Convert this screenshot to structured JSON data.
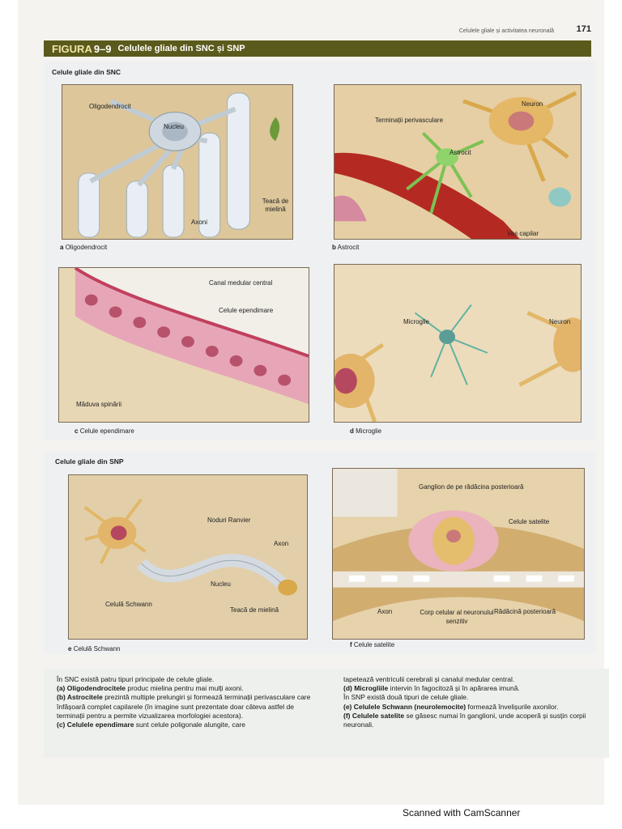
{
  "running_head": "Celulele gliale și activitatea neuronală",
  "page_number": "171",
  "figure": {
    "label": "FIGURA",
    "number": "9–9",
    "title": "Celulele gliale din SNC și SNP"
  },
  "sections": {
    "cns_title": "Celule gliale din SNC",
    "pns_title": "Celule gliale din SNP"
  },
  "panels": {
    "a": {
      "caption_letter": "a",
      "caption": "Oligodendrocit",
      "labels": [
        "Oligodendrocit",
        "Nucleu",
        "Teacă de mielină",
        "Axoni"
      ]
    },
    "b": {
      "caption_letter": "b",
      "caption": "Astrocit",
      "labels": [
        "Neuron",
        "Terminații perivasculare",
        "Astrocit",
        "Vas capilar"
      ]
    },
    "c": {
      "caption_letter": "c",
      "caption": "Celule ependimare",
      "labels": [
        "Canal medular central",
        "Celule ependimare",
        "Măduva spinării"
      ]
    },
    "d": {
      "caption_letter": "d",
      "caption": "Microglie",
      "labels": [
        "Microglie",
        "Neuron"
      ]
    },
    "e": {
      "caption_letter": "e",
      "caption": "Celulă Schwann",
      "labels": [
        "Noduri Ranvier",
        "Axon",
        "Nucleu",
        "Celulă Schwann",
        "Teacă de mielină"
      ]
    },
    "f": {
      "caption_letter": "f",
      "caption": "Celule satelite",
      "labels": [
        "Ganglion de pe rădăcina posterioară",
        "Celule satelite",
        "Axon",
        "Corp celular al neuronului senzitiv",
        "Rădăcină posterioară"
      ]
    }
  },
  "body_text": {
    "left": [
      {
        "plain": "În SNC există patru tipuri principale de celule gliale."
      },
      {
        "bold": "(a) Oligodendrocitele",
        "plain": " produc mielina pentru mai mulți axoni."
      },
      {
        "bold": "(b) Astrocitele",
        "plain": " prezintă multiple prelungiri și formează terminații perivasculare care înfășoară complet capilarele (în imagine sunt prezentate doar câteva astfel de terminații pentru a permite vizualizarea morfologiei acestora)."
      },
      {
        "bold": "(c) Celulele ependimare",
        "plain": " sunt celule poligonale alungite, care"
      }
    ],
    "right": [
      {
        "plain": "tapetează ventriculii cerebrali și canalul medular central."
      },
      {
        "bold": "(d) Microgliile",
        "plain": " intervin în fagocitoză și în apărarea imună."
      },
      {
        "plain": "În SNP există două tipuri de celule gliale."
      },
      {
        "bold": "(e) Celulele Schwann (neurolemocite)",
        "plain": " formează învelișurile axonilor."
      },
      {
        "bold": "(f) Celulele satelite",
        "plain": " se găsesc numai în ganglioni, unde acoperă și susțin corpii neuronali."
      }
    ]
  },
  "footer": "Scanned with CamScanner",
  "colors": {
    "figure_bar": "#5a5a1c",
    "figure_label": "#f2e6a6",
    "panel_bg": "#e4d1a7",
    "vessel": "#b42a22",
    "glia_green": "#7cc254"
  }
}
